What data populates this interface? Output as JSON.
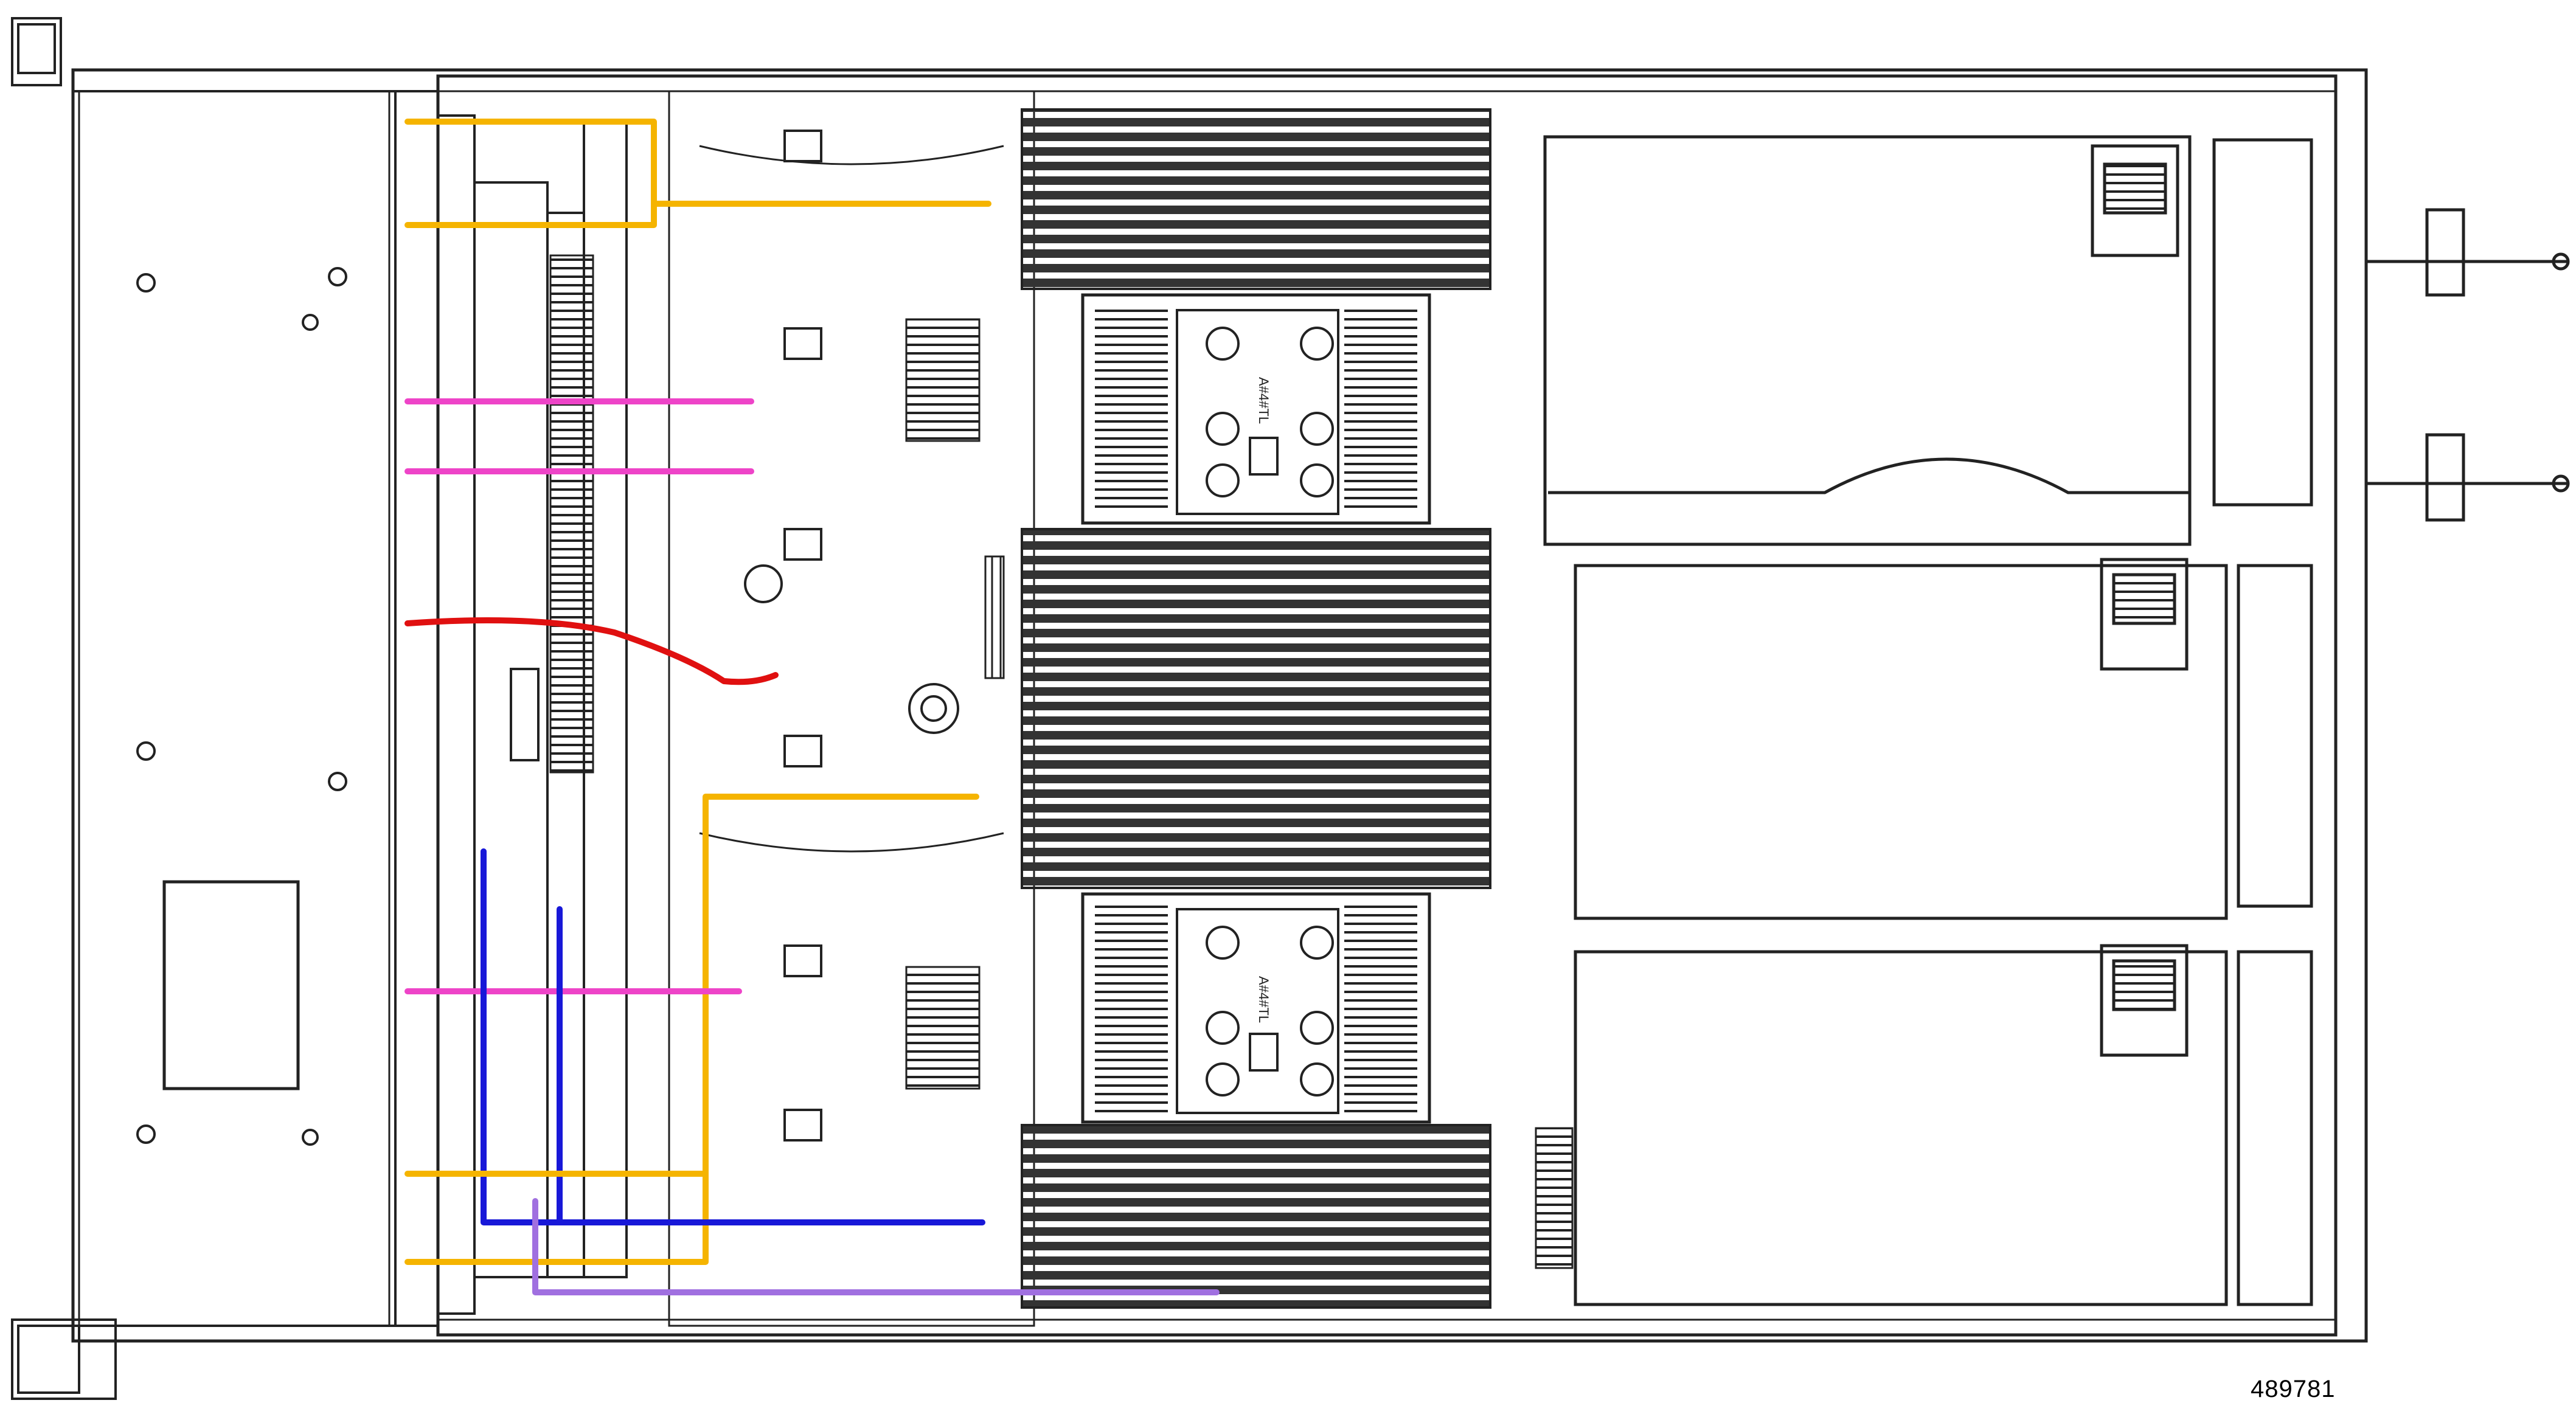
{
  "figure": {
    "number": "489781"
  },
  "cpu_labels": [
    "A#4#TL",
    "A#4#TL"
  ],
  "cable_colors": {
    "front_orange": "#f5b400",
    "pink": "#ee44c8",
    "red": "#e01010",
    "blue": "#1818d8",
    "purple": "#a070e0",
    "line": "#222222",
    "dimm": "#2a2a2a"
  },
  "cables": [
    {
      "name": "cable-orange-top",
      "color": "front_orange"
    },
    {
      "name": "cable-pink-1",
      "color": "pink"
    },
    {
      "name": "cable-pink-2",
      "color": "pink"
    },
    {
      "name": "cable-red",
      "color": "red"
    },
    {
      "name": "cable-orange-middle",
      "color": "front_orange"
    },
    {
      "name": "cable-pink-3",
      "color": "pink"
    },
    {
      "name": "cable-blue",
      "color": "blue"
    },
    {
      "name": "cable-orange-bottom",
      "color": "front_orange"
    },
    {
      "name": "cable-purple",
      "color": "purple"
    }
  ]
}
